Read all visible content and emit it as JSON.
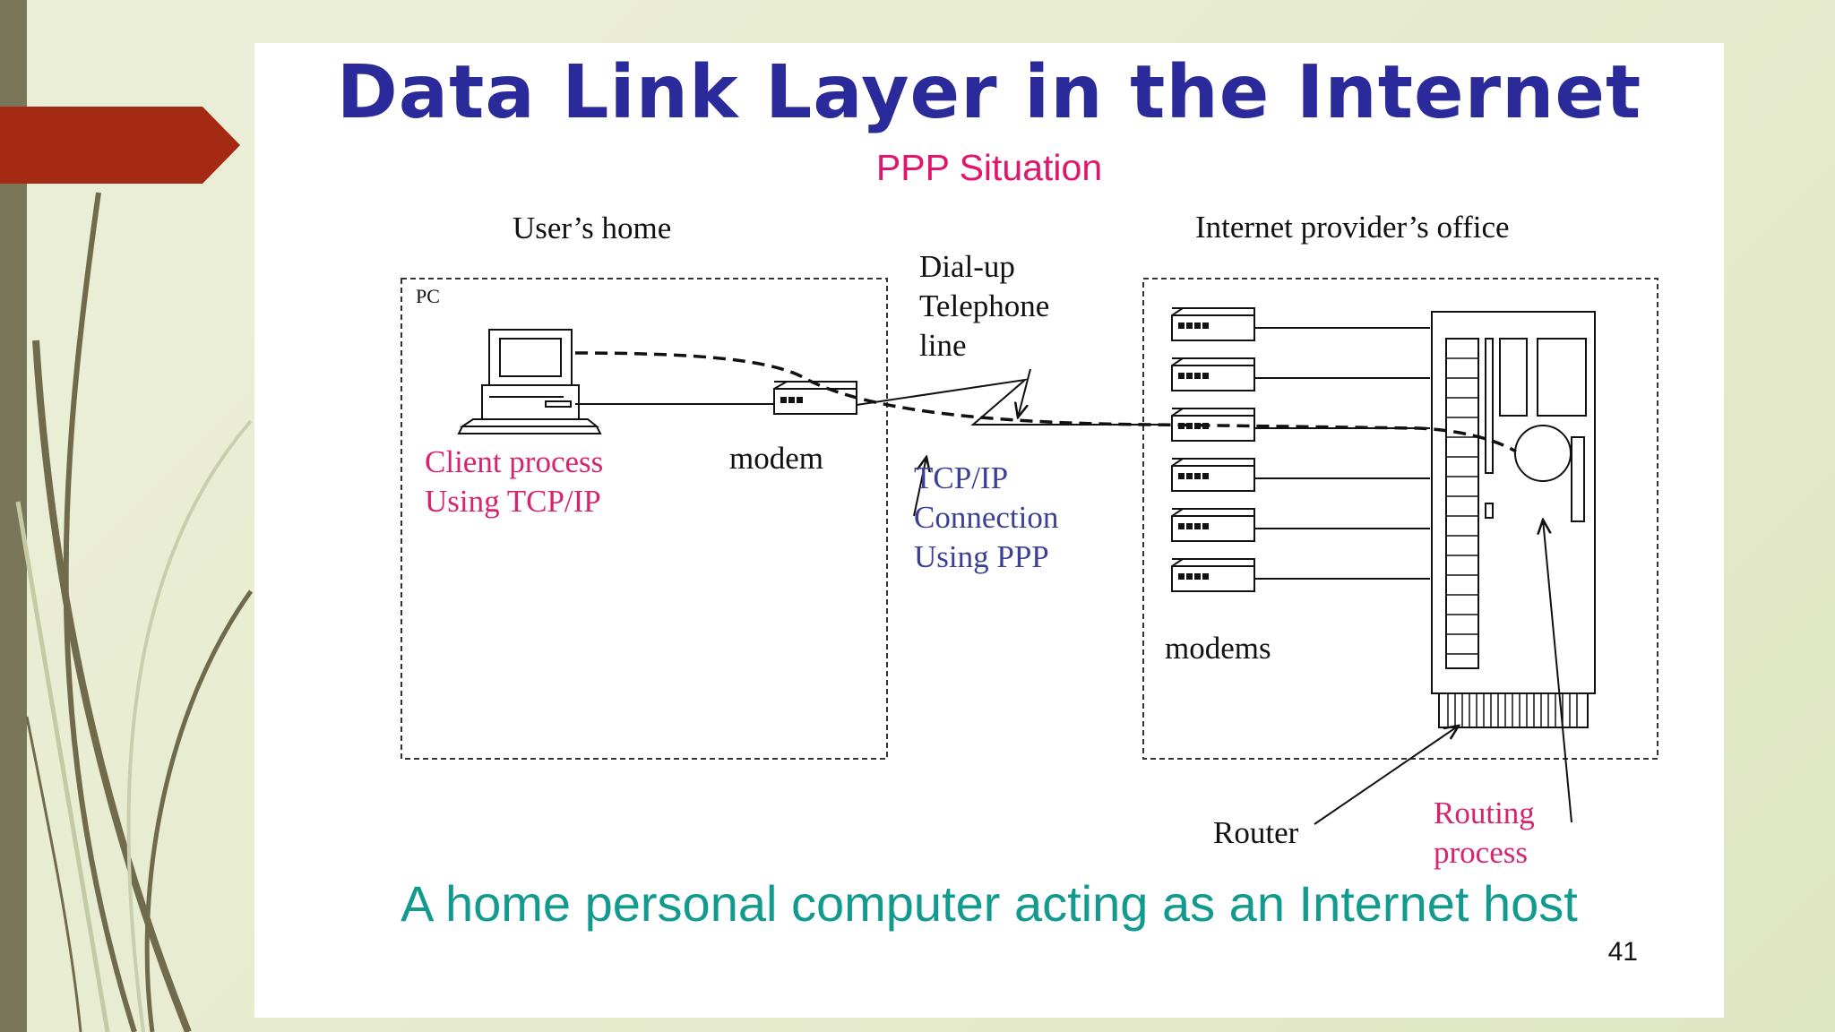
{
  "slide": {
    "title": "Data Link Layer in the Internet",
    "subtitle": "PPP Situation",
    "caption": "A home personal computer acting as an Internet host",
    "page_number": "41"
  },
  "diagram": {
    "users_home_label": "User’s home",
    "provider_office_label": "Internet provider’s office",
    "pc_label": "PC",
    "client_process_line1": "Client process",
    "client_process_line2": "Using TCP/IP",
    "modem_label": "modem",
    "dialup_line1": "Dial-up",
    "dialup_line2": "Telephone",
    "dialup_line3": "line",
    "tcpip_line1": "TCP/IP",
    "tcpip_line2": "Connection",
    "tcpip_line3": "Using PPP",
    "modems_label": "modems",
    "router_label": "Router",
    "routing_line1": "Routing",
    "routing_line2": "process"
  },
  "colors": {
    "title": "#2b2a9a",
    "subtitle": "#e0156b",
    "caption": "#129a8f",
    "pink_label": "#d8246f",
    "blue_label": "#3c3f97",
    "arrow_tab": "#a52a14",
    "side_bar": "#7a7659"
  }
}
